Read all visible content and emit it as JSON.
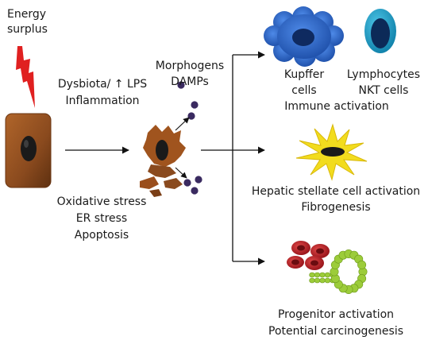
{
  "energy": {
    "line1": "Energy",
    "line2": "surplus"
  },
  "trigger": {
    "line1": "Dysbiota/ ↑ LPS",
    "line2": "Inflammation"
  },
  "stress": {
    "line1": "Oxidative stress",
    "line2": "ER stress",
    "line3": "Apoptosis"
  },
  "signals": {
    "line1": "Morphogens",
    "line2": "DAMPs"
  },
  "immune": {
    "kupffer_line1": "Kupffer",
    "kupffer_line2": "cells",
    "lymph_line1": "Lymphocytes",
    "lymph_line2": "NKT cells",
    "activation": "Immune activation"
  },
  "stellate": {
    "line1": "Hepatic stellate cell activation",
    "line2": "Fibrogenesis"
  },
  "progenitor": {
    "line1": "Progenitor activation",
    "line2": "Potential carcinogenesis"
  },
  "colors": {
    "hepatocyte": "#8a4a1e",
    "nucleus": "#1a1a1a",
    "lightning": "#e02020",
    "kupffer": "#2a62c8",
    "lymphocyte": "#18a0c8",
    "stellate": "#f2dc1e",
    "rbc": "#c0242a",
    "progenitor_ring": "#9ccc3a",
    "damp": "#3a2a60"
  }
}
